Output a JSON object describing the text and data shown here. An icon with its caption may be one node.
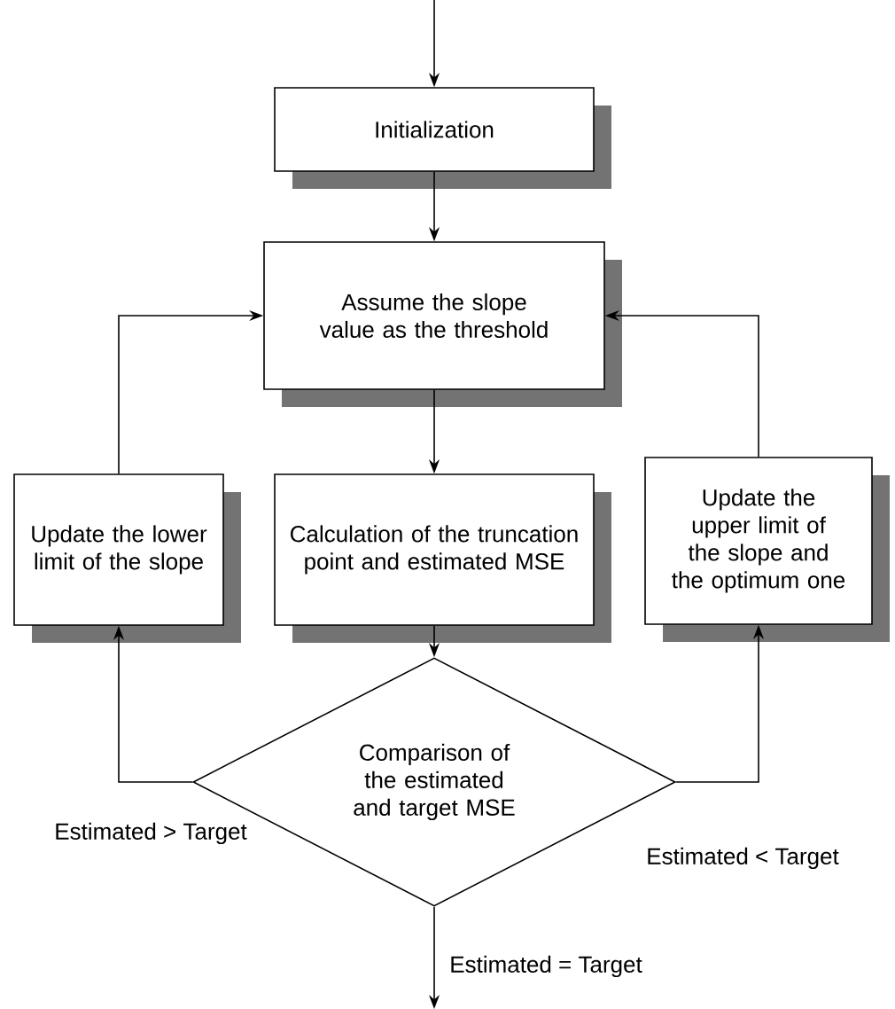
{
  "diagram": {
    "nodes": [
      {
        "text": [
          "Initialization"
        ]
      },
      {
        "text": [
          "Assume the slope value as the threshold"
        ]
      },
      {
        "text": [
          "Calculation of the truncation point and estimated MSE"
        ]
      },
      {
        "text": [
          "Update the lower limit of the slope"
        ]
      },
      {
        "text": [
          "Update the upper limit of the slope and the optimum one"
        ]
      },
      {
        "text": [
          "Comparison of the estimated and target MSE"
        ]
      }
    ],
    "edges": [
      {
        "from": null,
        "to": 0,
        "arrow": "to"
      },
      {
        "from": 0,
        "to": 1,
        "arrow": "to"
      },
      {
        "from": 1,
        "to": 2,
        "arrow": "to"
      },
      {
        "from": 2,
        "to": 5,
        "arrow": "to"
      },
      {
        "from": 5,
        "to": 3,
        "arrow": "to",
        "label": "Estimated > Target"
      },
      {
        "from": 3,
        "to": 1,
        "arrow": "to"
      },
      {
        "from": 5,
        "to": 4,
        "arrow": "to",
        "label": "Estimated < Target"
      },
      {
        "from": 4,
        "to": 1,
        "arrow": "to"
      },
      {
        "from": 5,
        "to": null,
        "arrow": "to",
        "label": "Estimated = Target"
      }
    ]
  }
}
